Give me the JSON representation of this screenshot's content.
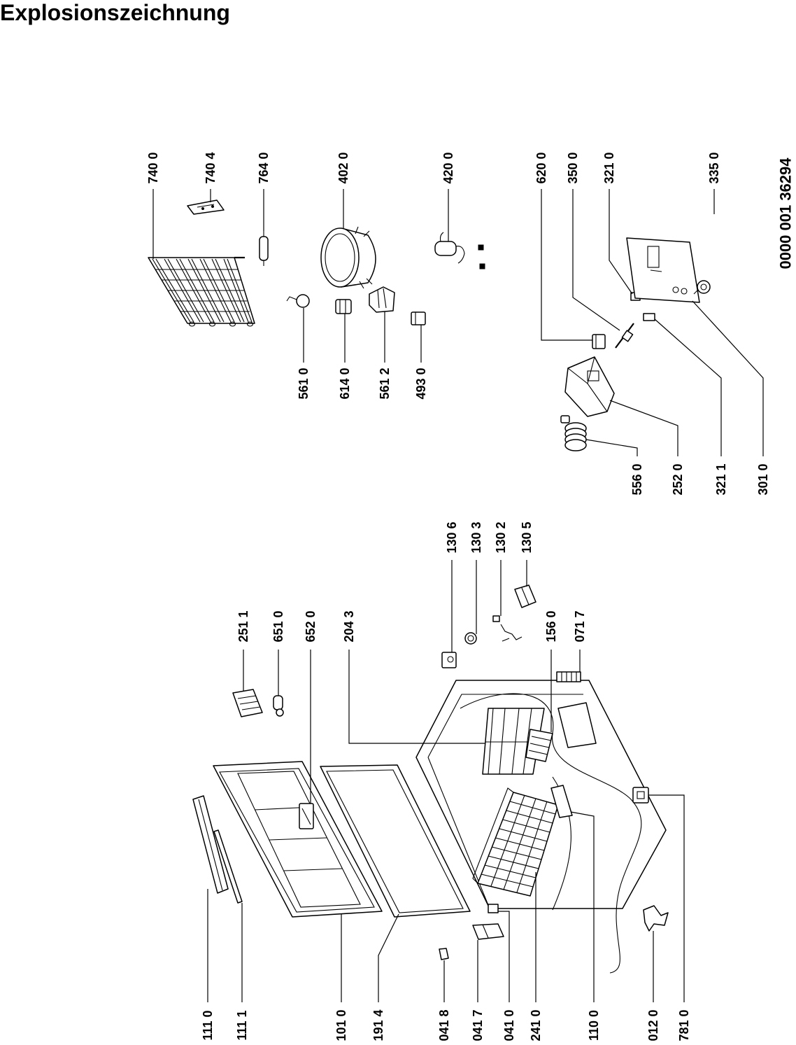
{
  "title": "Explosionszeichnung",
  "document_number": "0000 001 36294",
  "part_numbers": [
    "111 0",
    "111 1",
    "101 0",
    "191 4",
    "041 8",
    "041 7",
    "041 0",
    "241 0",
    "110 0",
    "012 0",
    "781 0",
    "251 1",
    "651 0",
    "652 0",
    "204 3",
    "156 0",
    "071 7",
    "130 6",
    "130 3",
    "130 2",
    "130 5",
    "740 0",
    "740 4",
    "764 0",
    "402 0",
    "420 0",
    "620 0",
    "350 0",
    "321 0",
    "335 0",
    "561 0",
    "614 0",
    "561 2",
    "493 0",
    "556 0",
    "252 0",
    "321 1",
    "301 0"
  ]
}
